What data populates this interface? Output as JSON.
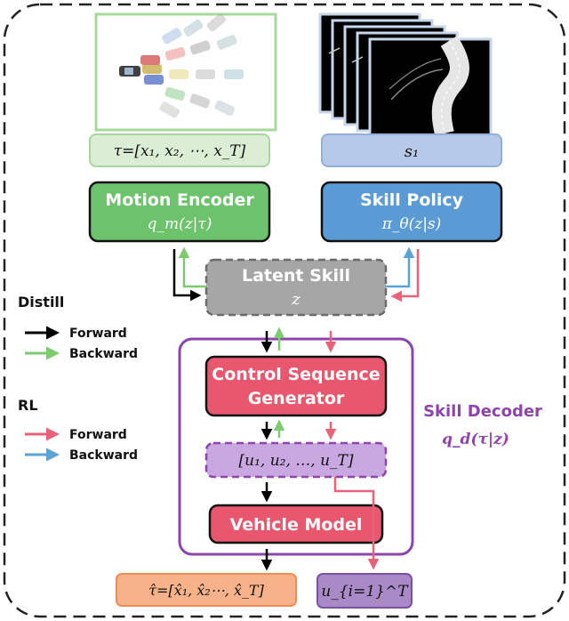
{
  "motion_input": {
    "label": "τ=[x₁, x₂, ⋯, x_T]"
  },
  "state_input": {
    "label": "s₁"
  },
  "motion_encoder": {
    "title": "Motion Encoder",
    "formula": "q_m(z|τ)"
  },
  "skill_policy": {
    "title": "Skill Policy",
    "formula": "π_θ(z|s)"
  },
  "latent_skill": {
    "title": "Latent Skill",
    "formula": "z"
  },
  "control_generator": {
    "title_line1": "Control Sequence",
    "title_line2": "Generator"
  },
  "control_sequence": {
    "label": "[u₁, u₂, …, u_T]"
  },
  "vehicle_model": {
    "title": "Vehicle Model"
  },
  "skill_decoder": {
    "title": "Skill Decoder",
    "formula": "q_d(τ|z)"
  },
  "output_traj": {
    "label": "τ̂=[x̂₁, x̂₂⋯, x̂_T]"
  },
  "output_u": {
    "label": "u_{i=1}^T"
  },
  "legend": {
    "distill_heading": "Distill",
    "rl_heading": "RL",
    "forward": "Forward",
    "backward": "Backward"
  },
  "colors": {
    "black_arrow": "#000000",
    "green_arrow": "#7ccb6f",
    "red_arrow": "#e8637a",
    "blue_arrow": "#5aa3d6",
    "encoder_fill": "#6cc36c",
    "policy_fill": "#5b9bd5",
    "latent_fill": "#a6a6a6",
    "generator_fill": "#e8576e",
    "decoder_border": "#8e44ad",
    "output_traj_fill": "#f8b28a",
    "output_u_fill": "#a98ac7"
  }
}
